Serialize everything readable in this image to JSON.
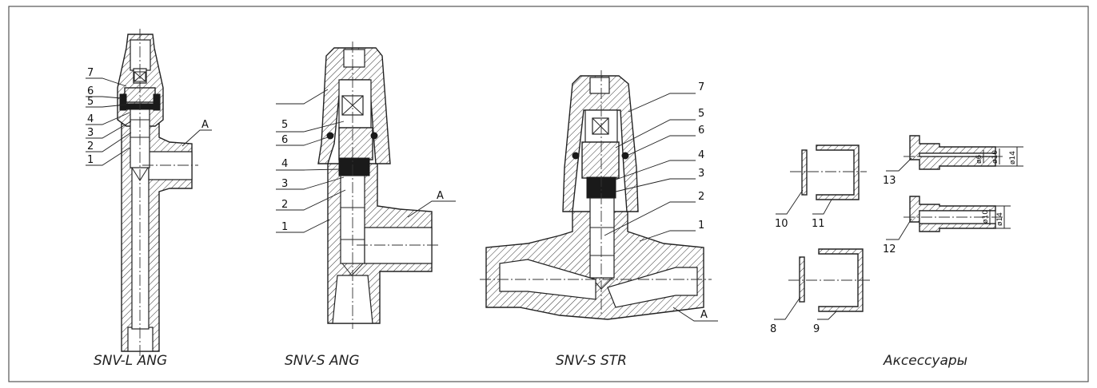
{
  "captions": {
    "snv_l_ang": "SNV-L ANG",
    "snv_s_ang": "SNV-S ANG",
    "snv_s_str": "SNV-S STR",
    "accessories": "Аксессуары"
  },
  "snv_l_ang_labels": [
    "7",
    "6",
    "5",
    "4",
    "3",
    "2",
    "1",
    "A"
  ],
  "snv_s_ang_labels": [
    "5",
    "6",
    "4",
    "3",
    "2",
    "1",
    "A"
  ],
  "snv_s_str_labels": [
    "7",
    "5",
    "6",
    "4",
    "3",
    "2",
    "1",
    "A"
  ],
  "accessory_labels": [
    "10",
    "11",
    "8",
    "9",
    "13",
    "12"
  ],
  "dimensions": {
    "d6": "ø6",
    "d10": "ø10",
    "d14": "ø14"
  }
}
